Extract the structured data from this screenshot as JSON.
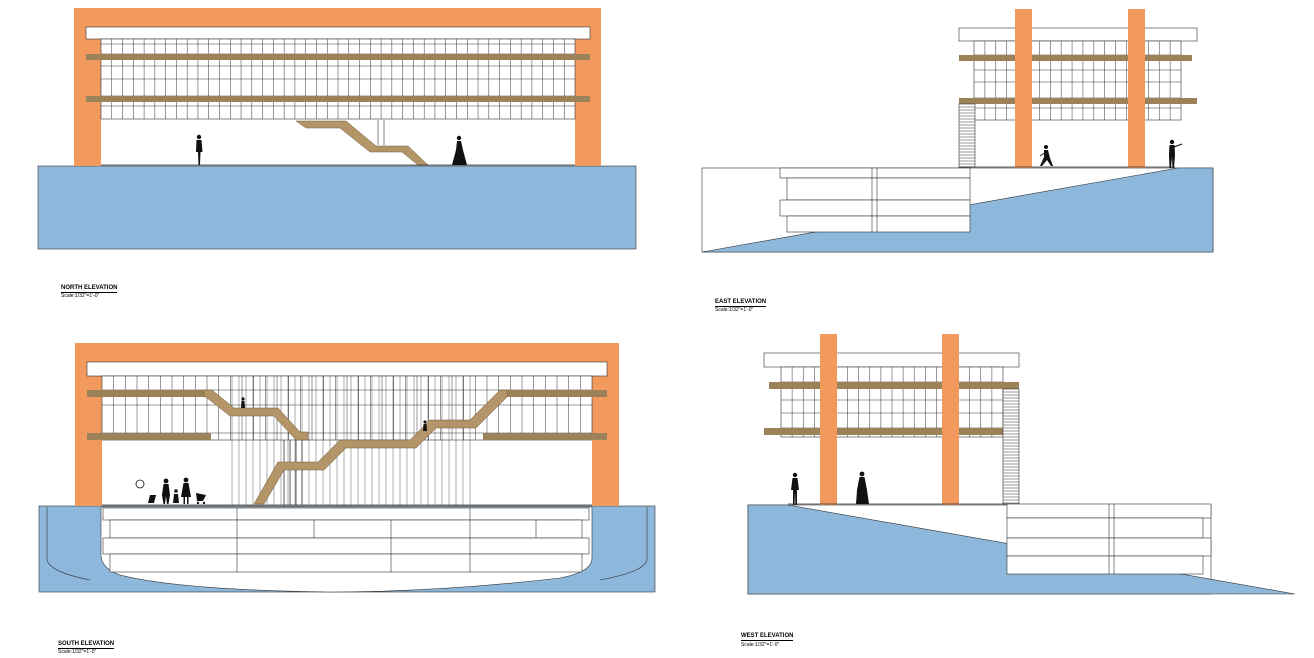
{
  "drawings": [
    {
      "id": "north",
      "title": "NORTH ELEVATION",
      "scale": "Scale:1/32\"=1'-0\""
    },
    {
      "id": "east",
      "title": "EAST ELEVATION",
      "scale": "Scale:1/32\"=1'-0\""
    },
    {
      "id": "south",
      "title": "SOUTH ELEVATION",
      "scale": "Scale:1/32\"=1'-0\""
    },
    {
      "id": "west",
      "title": "WEST ELEVATION",
      "scale": "Scale:1/32\"=1'-0\""
    }
  ],
  "colors": {
    "frame": "#F29A5E",
    "ground": "#8DB8DC",
    "slab": "#9C8259",
    "stair": "#B39567",
    "line": "#222222",
    "figure": "#111111"
  }
}
